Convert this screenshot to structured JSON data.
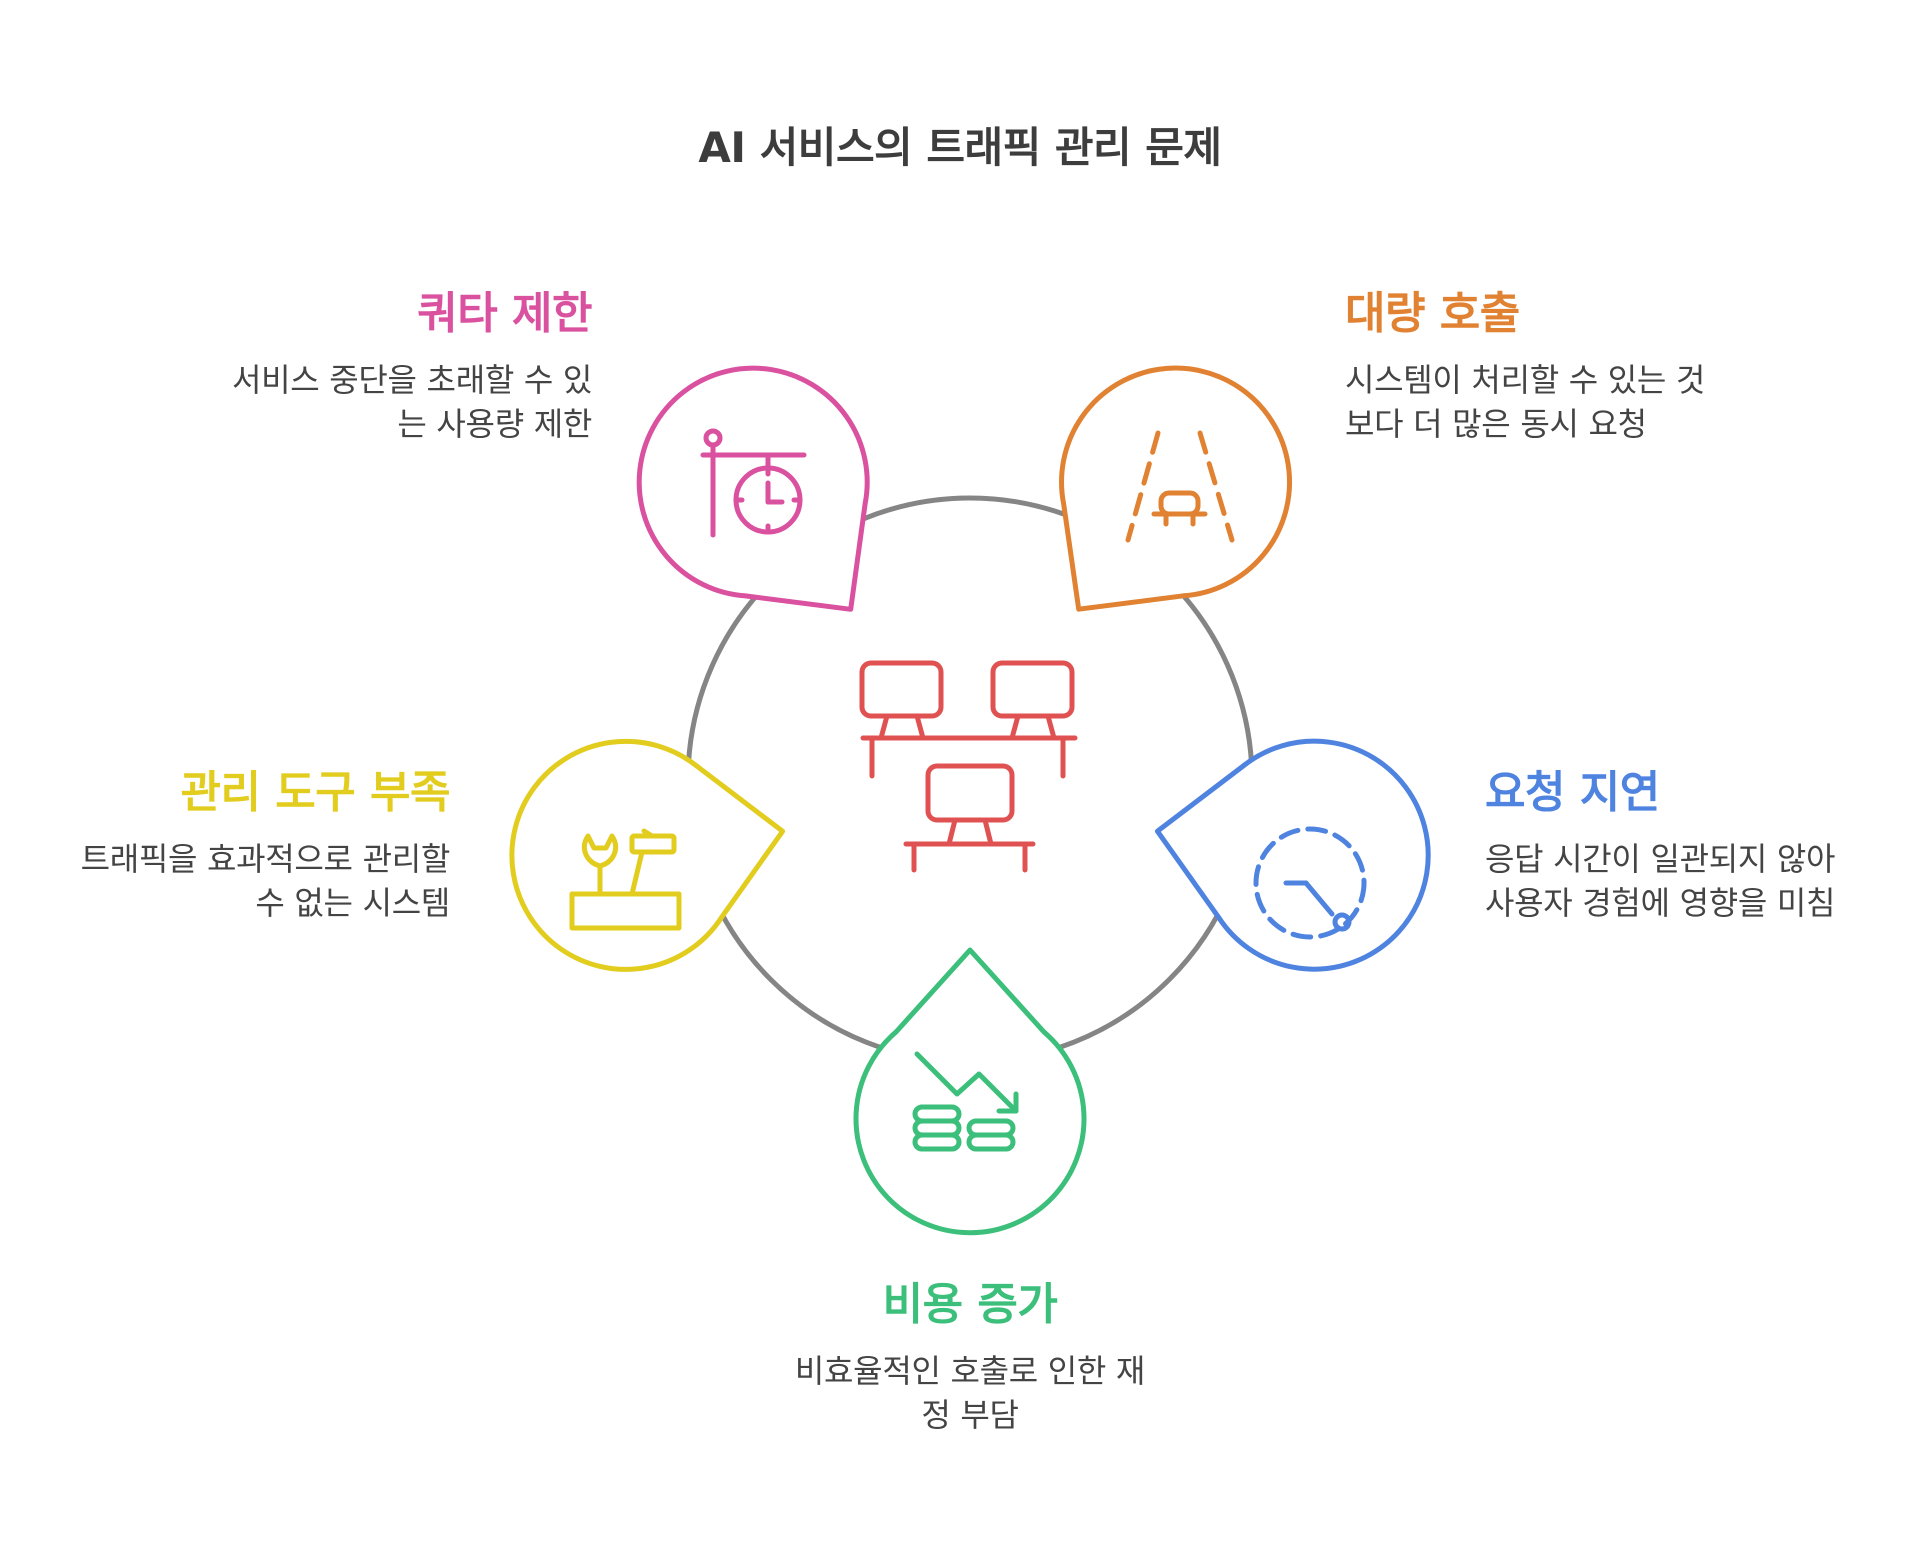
{
  "title": "AI 서비스의 트래픽 관리 문제",
  "center": {
    "icon": "desktop-network-icon"
  },
  "colors": {
    "ring": "#858585",
    "center": "#e05252",
    "quota": "#d9519f",
    "mass": "#e08232",
    "delay": "#4f83e0",
    "cost": "#3bbf7b",
    "tools": "#e2cc1e"
  },
  "items": {
    "quota": {
      "label": "쿼타 제한",
      "desc_line1": "서비스 중단을 초래할 수 있",
      "desc_line2": "는 사용량 제한",
      "icon": "signpost-clock-icon"
    },
    "mass": {
      "label": "대량 호출",
      "desc_line1": "시스템이 처리할 수 있는 것",
      "desc_line2": "보다 더 많은 동시 요청",
      "icon": "road-car-icon"
    },
    "delay": {
      "label": "요청 지연",
      "desc_line1": "응답 시간이 일관되지 않아",
      "desc_line2": "사용자 경험에 영향을 미침",
      "icon": "stopwatch-icon"
    },
    "cost": {
      "label": "비용 증가",
      "desc_line1": "비효율적인 호출로 인한 재",
      "desc_line2": "정 부담",
      "icon": "coins-trend-up-icon"
    },
    "tools": {
      "label": "관리 도구 부족",
      "desc_line1": "트래픽을 효과적으로 관리할",
      "desc_line2": "수 없는 시스템",
      "icon": "toolbox-icon"
    }
  }
}
